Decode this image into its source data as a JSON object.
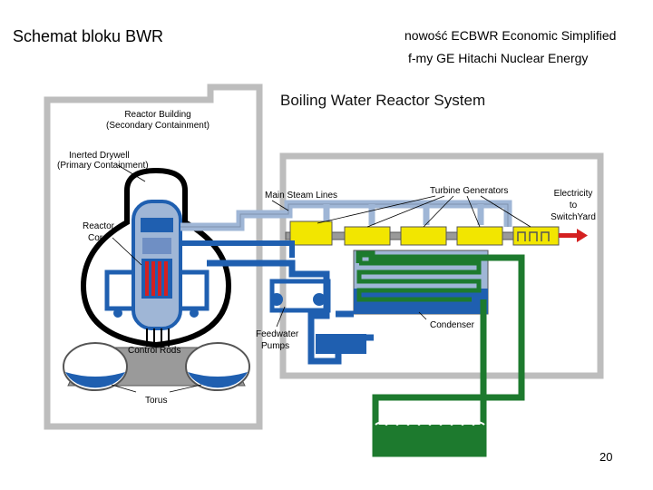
{
  "slide": {
    "title": "Schemat bloku BWR",
    "note_line1": "nowość ECBWR Economic Simplified",
    "note_line2": "f-my GE Hitachi Nuclear Energy",
    "page_number": "20"
  },
  "diagram": {
    "heading": "Boiling Water Reactor System",
    "labels": {
      "reactor_building": "Reactor Building",
      "secondary_containment": "(Secondary Containment)",
      "inerted_drywell": "Inerted Drywell",
      "primary_containment": "(Primary Containment)",
      "reactor_core_1": "Reactor",
      "reactor_core_2": "Core",
      "control_rods": "Control Rods",
      "torus": "Torus",
      "main_steam_lines": "Main Steam Lines",
      "turbine_generators": "Turbine Generators",
      "electricity_1": "Electricity",
      "electricity_2": "to",
      "electricity_3": "SwitchYard",
      "condenser": "Condenser",
      "feedwater_1": "Feedwater",
      "feedwater_2": "Pumps"
    },
    "colors": {
      "building_gray": "#bdbdbd",
      "steam_blue": "#9fb6d6",
      "water_blue": "#1f5fb0",
      "turbine_yellow": "#f2e600",
      "cooling_green": "#1d7a2e",
      "arrow_red": "#d42020"
    }
  }
}
